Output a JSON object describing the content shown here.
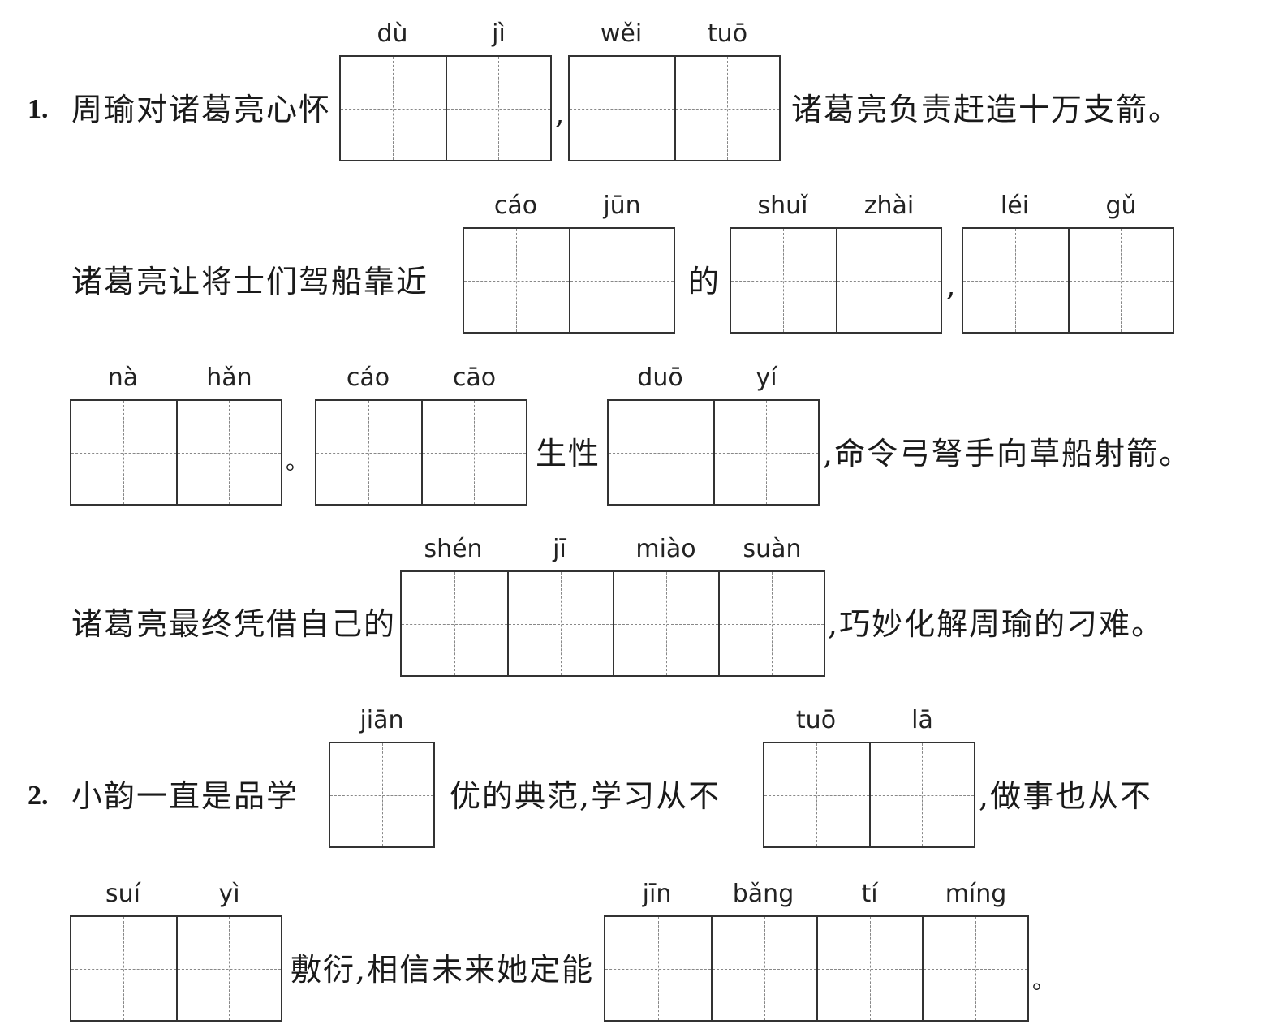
{
  "q1": {
    "number": "1.",
    "line1": {
      "pre": "周瑜对诸葛亮心怀",
      "sep": ",",
      "post": "诸葛亮负责赶造十万支箭。"
    },
    "g_duji": [
      "dù",
      "jì"
    ],
    "g_weituo": [
      "wěi",
      "tuō"
    ],
    "line2": {
      "pre": "诸葛亮让将士们驾船靠近",
      "mid": "的",
      "sep": ","
    },
    "g_caojun": [
      "cáo",
      "jūn"
    ],
    "g_shuizhai": [
      "shuǐ",
      "zhài"
    ],
    "g_leigu": [
      "léi",
      "gǔ"
    ],
    "line3": {
      "p1": "。",
      "mid": "生性",
      "post": ",命令弓弩手向草船射箭。"
    },
    "g_nahan": [
      "nà",
      "hǎn"
    ],
    "g_caocao": [
      "cáo",
      "cāo"
    ],
    "g_duoyi": [
      "duō",
      "yí"
    ],
    "line4": {
      "pre": "诸葛亮最终凭借自己的",
      "post": ",巧妙化解周瑜的刁难。"
    },
    "g_shenji": [
      "shén",
      "jī",
      "miào",
      "suàn"
    ]
  },
  "q2": {
    "number": "2.",
    "line1": {
      "pre": "小韵一直是品学",
      "mid": "优的典范,学习从不",
      "post": ",做事也从不"
    },
    "g_jian": [
      "jiān"
    ],
    "g_tuola": [
      "tuō",
      "lā"
    ],
    "line2": {
      "mid": "敷衍,相信未来她定能",
      "end": "。"
    },
    "g_suiyi": [
      "suí",
      "yì"
    ],
    "g_jinbang": [
      "jīn",
      "bǎng",
      "tí",
      "míng"
    ]
  }
}
